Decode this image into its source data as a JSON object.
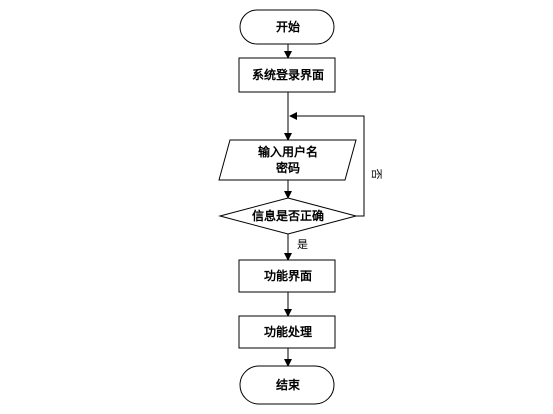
{
  "flowchart": {
    "start": "开始",
    "login_screen": "系统登录界面",
    "input_line1": "输入用户名",
    "input_line2": "密码",
    "decision": "信息是否正确",
    "yes_label": "是",
    "no_label": "否",
    "feature_screen": "功能界面",
    "feature_process": "功能处理",
    "end": "结束"
  }
}
